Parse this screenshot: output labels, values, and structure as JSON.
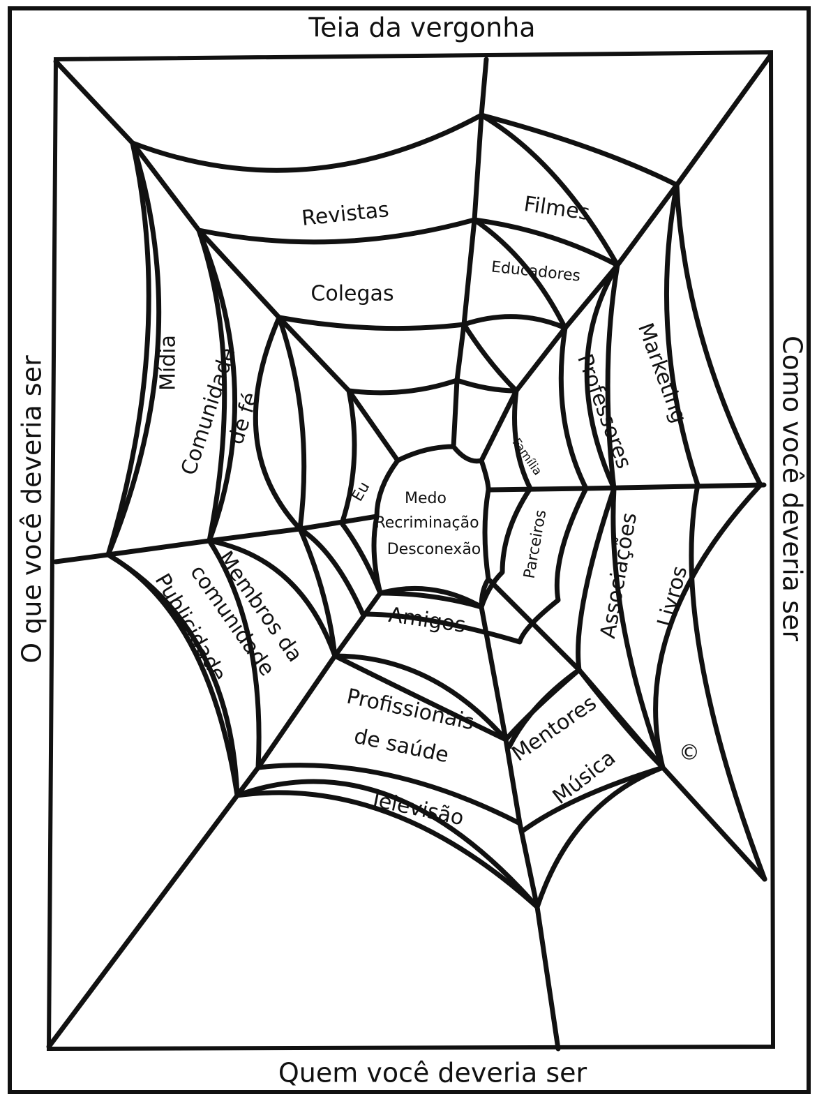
{
  "title": "Teia da vergonha",
  "side_left": "O que você deveria ser",
  "side_right": "Como você deveria ser",
  "side_bottom": "Quem você deveria ser",
  "center": [
    "Medo",
    "Recriminação",
    "Desconexão"
  ],
  "labels": {
    "revistas": "Revistas",
    "filmes": "Filmes",
    "colegas": "Colegas",
    "educadores": "Educadores",
    "midia": "Mídia",
    "comunidade_fe_1": "Comunidade",
    "comunidade_fe_2": "de fé",
    "marketing": "Marketing",
    "professores": "Professores",
    "familia": "Família",
    "eu": "Eu",
    "parceiros": "Parceiros",
    "associacoes": "Associações",
    "livros": "Livros",
    "membros_1": "Membros da",
    "membros_2": "comunidade",
    "publicidade": "Publicidade",
    "amigos": "Amigos",
    "profissionais_1": "Profissionais",
    "profissionais_2": "de saúde",
    "televisao": "Televisão",
    "mentores": "Mentores",
    "musica": "Música"
  },
  "copyright": "©"
}
